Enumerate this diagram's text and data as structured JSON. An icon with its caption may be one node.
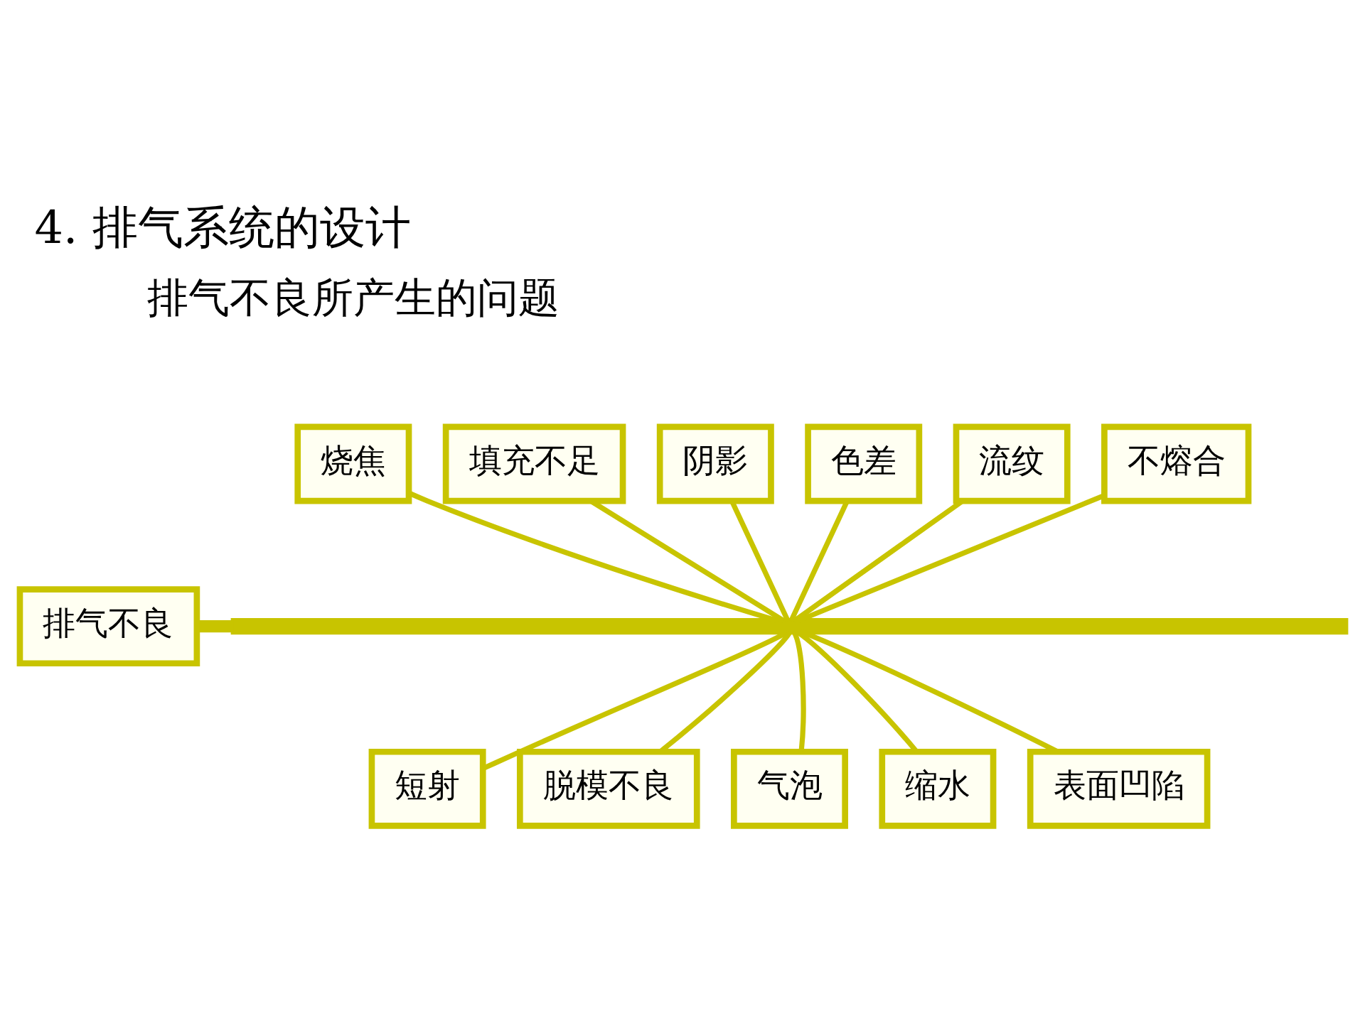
{
  "diagram": {
    "title": "4. 排气系统的设计",
    "nodes": [
      {
        "text": [
          "烧焦"
        ]
      },
      {
        "text": [
          "填充不足"
        ]
      },
      {
        "text": [
          "阴影"
        ]
      },
      {
        "text": [
          "色差"
        ]
      },
      {
        "text": [
          "流纹"
        ]
      },
      {
        "text": [
          "不熔合"
        ]
      },
      {
        "text": [
          "排气不良"
        ]
      },
      {
        "text": [],
        "shape": "bar"
      },
      {
        "text": [
          "短射"
        ]
      },
      {
        "text": [
          "脱模不良"
        ]
      },
      {
        "text": [
          "气泡"
        ]
      },
      {
        "text": [
          "缩水"
        ]
      },
      {
        "text": [
          "表面凹陷"
        ]
      }
    ],
    "edges": [
      {
        "from": 6,
        "to": 7,
        "arrow": "none",
        "style": "thick"
      },
      {
        "from": 0,
        "to": 7,
        "arrow": "none"
      },
      {
        "from": 1,
        "to": 7,
        "arrow": "none"
      },
      {
        "from": 2,
        "to": 7,
        "arrow": "none"
      },
      {
        "from": 3,
        "to": 7,
        "arrow": "none"
      },
      {
        "from": 4,
        "to": 7,
        "arrow": "none"
      },
      {
        "from": 5,
        "to": 7,
        "arrow": "none"
      },
      {
        "from": 8,
        "to": 7,
        "arrow": "none"
      },
      {
        "from": 9,
        "to": 7,
        "arrow": "none"
      },
      {
        "from": 10,
        "to": 7,
        "arrow": "none"
      },
      {
        "from": 11,
        "to": 7,
        "arrow": "none"
      },
      {
        "from": 12,
        "to": 7,
        "arrow": "none"
      }
    ],
    "labels": [
      "排气不良所产生的问题"
    ]
  }
}
